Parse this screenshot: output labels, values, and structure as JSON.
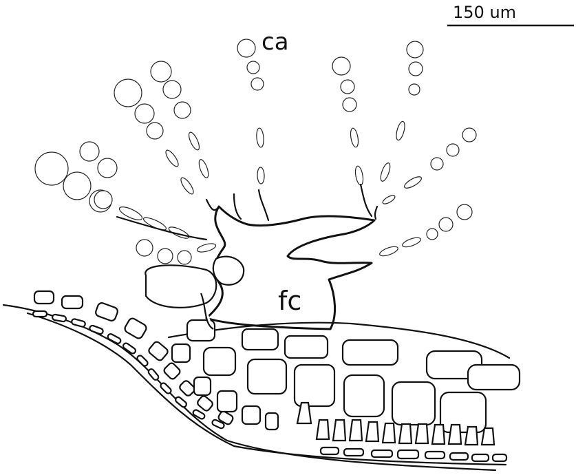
{
  "scale_bar": {
    "label": "150 um"
  },
  "labels": {
    "carpospores": "ca",
    "fusion_cell": "fc"
  },
  "colors": {
    "ink": "#111111",
    "background": "#ffffff"
  }
}
